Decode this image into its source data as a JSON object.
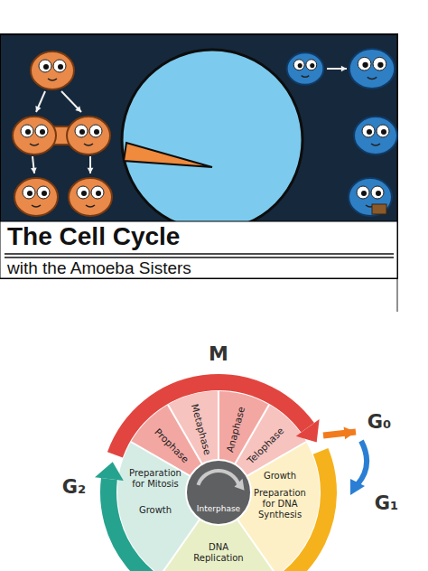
{
  "diagram": {
    "title": "The Cell Cycle",
    "labels": [
      "with the Amoeba Sisters",
      "M",
      "Prophase",
      "Metaphase",
      "Anaphase",
      "Telophase",
      "G₀",
      "G₁",
      "G₂",
      "Preparation for Mitosis",
      "Growth",
      "Growth",
      "Preparation for DNA Synthesis",
      "Interphase",
      "DNA Replication"
    ]
  }
}
